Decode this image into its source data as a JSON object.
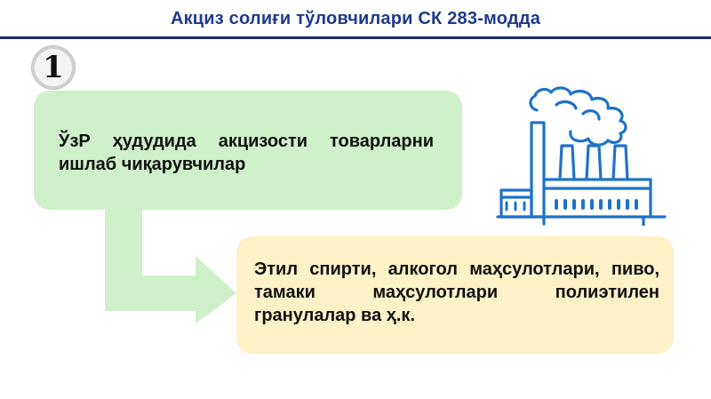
{
  "slide": {
    "title": "Акциз солиғи тўловчилари СК 283-модда",
    "number": "1",
    "producers_text": "ЎзР ҳудудида акцизости товарларни ишлаб чиқарувчилар",
    "goods_text": "Этил спирти, алкогол маҳсулотлари, пиво, тамаки маҳсулотлари полиэтилен гранулалар ва ҳ.к."
  },
  "colors": {
    "title": "#1f3a8a",
    "rule": "#1a2a6c",
    "green_box": "#c9eec2",
    "yellow_box": "#fdf0c4",
    "factory_icon": "#1e73c8"
  },
  "icons": {
    "number_badge": "circled-number",
    "arrow": "elbow-arrow-right",
    "factory": "factory-icon"
  }
}
